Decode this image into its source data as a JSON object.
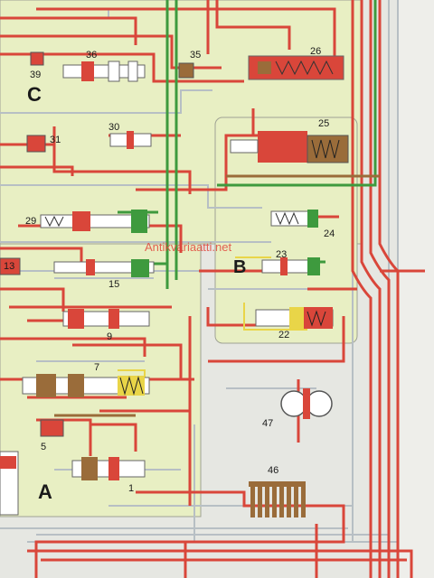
{
  "diagram": {
    "sections": [
      {
        "id": "section-a",
        "label": "A"
      },
      {
        "id": "section-b",
        "label": "B"
      },
      {
        "id": "section-c",
        "label": "C"
      }
    ],
    "component_numbers": {
      "n1": "1",
      "n5": "5",
      "n7": "7",
      "n9": "9",
      "n13": "13",
      "n15": "15",
      "n22": "22",
      "n23": "23",
      "n24": "24",
      "n25": "25",
      "n26": "26",
      "n29": "29",
      "n30": "30",
      "n31": "31",
      "n35": "35",
      "n36": "36",
      "n39": "39",
      "n46": "46",
      "n47": "47"
    },
    "watermark": "Antikvariaatti.net",
    "colors": {
      "background": "#e6e7e2",
      "panel": "#e8efc3",
      "pressure_red": "#d9463a",
      "return_gray": "#b7bfc4",
      "control_green": "#3e9a3e",
      "signal_yellow": "#e9d548",
      "valve_brown": "#9a6c3a"
    }
  }
}
